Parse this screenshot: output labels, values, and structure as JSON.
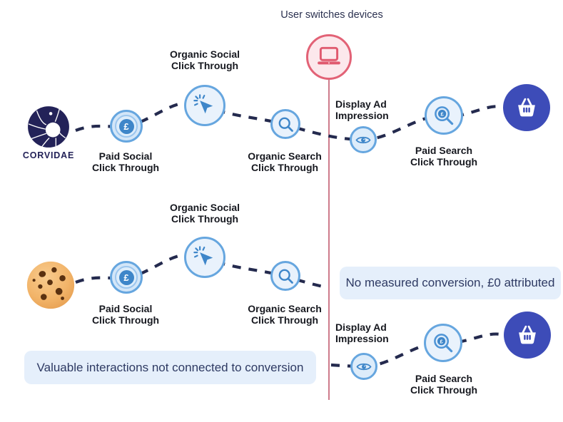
{
  "header": {
    "device_switch_label": "User switches devices"
  },
  "journeys": {
    "corvidae": {
      "source": "CORVIDAE",
      "source_icon": "corvidae-crow-logo",
      "steps": [
        "Paid Social\nClick Through",
        "Organic Social\nClick Through",
        "Organic Search\nClick Through",
        "Display Ad\nImpression",
        "Paid Search\nClick Through"
      ],
      "end_icon": "shopping-basket-conversion"
    },
    "cookie": {
      "source_icon": "cookie",
      "steps": [
        "Paid Social\nClick Through",
        "Organic Social\nClick Through",
        "Organic Search\nClick Through",
        "Display Ad\nImpression",
        "Paid Search\nClick Through"
      ],
      "end_icon": "shopping-basket-conversion"
    }
  },
  "callouts": {
    "no_conversion": "No measured conversion, £0 attributed",
    "valuable_interactions": "Valuable interactions not connected to conversion"
  },
  "symbols": {
    "currency": "£"
  },
  "icons": {
    "device_switch": "laptop-icon",
    "paid_social": "pound-coin-icon",
    "organic_social": "cursor-click-icon",
    "organic_search": "magnifier-icon",
    "display_ad": "eye-icon",
    "paid_search": "magnifier-pound-icon",
    "conversion": "basket-icon"
  },
  "colors": {
    "path_navy": "#242a4e",
    "icon_blue": "#3e86c9",
    "circle_border_blue": "#66a6df",
    "circle_fill_blue": "#e9f2fc",
    "conversion_indigo": "#3d4cb8",
    "divider_red": "#c25a6e",
    "device_circle_red": "#e26276",
    "callout_bg": "#e5effb",
    "callout_text": "#2e3a63",
    "cookie_tan": "#f2b469",
    "corvidae_navy": "#232258"
  }
}
